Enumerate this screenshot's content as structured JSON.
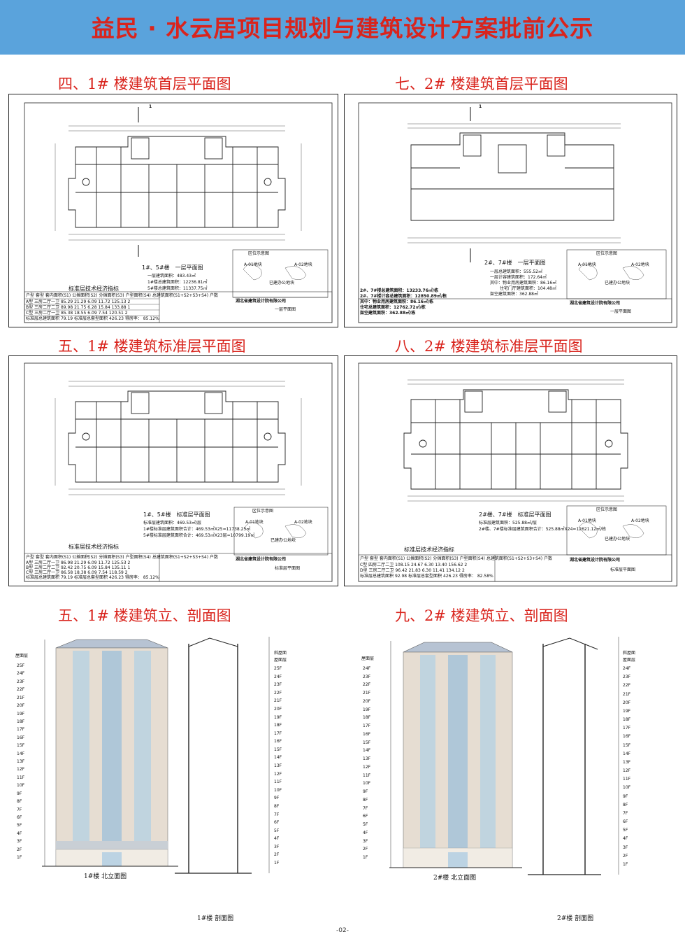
{
  "header": {
    "title": "益民 · 水云居项目规划与建筑设计方案批前公示"
  },
  "sections": {
    "s1": "四、1# 楼建筑首层平面图",
    "s2": "七、2# 楼建筑首层平面图",
    "s3": "五、1# 楼建筑标准层平面图",
    "s4": "八、2# 楼建筑标准层平面图",
    "s5": "五、1# 楼建筑立、剖面图",
    "s6": "九、2# 楼建筑立、剖面图"
  },
  "p1": {
    "section_mark": "1",
    "plan_caption": "1#、5#楼　一层平面图",
    "area_lines": [
      "一层建筑面积：483.43㎡",
      "1#楼总建筑面积：12236.81㎡",
      "5#楼总建筑面积：11337.75㎡"
    ],
    "table_title": "标准层技术经济指标",
    "table_headers": [
      "户型",
      "套型",
      "套内面积(S1)",
      "公摊面积(S2)",
      "分摊面积(S3)",
      "户型面积(S4)",
      "总建筑面积(S1+S2+S3+S4)",
      "户数"
    ],
    "table_rows": [
      [
        "A型",
        "三房二厅一卫",
        "85.29",
        "21.29",
        "6.09",
        "11.72",
        "125.13",
        "2"
      ],
      [
        "B型",
        "三房二厅二卫",
        "89.98",
        "21.75",
        "6.28",
        "15.84",
        "133.88",
        "1"
      ],
      [
        "C型",
        "三房二厅一卫",
        "85.38",
        "18.55",
        "6.09",
        "7.54",
        "120.51",
        "2"
      ]
    ],
    "table_footer": [
      "标准层总建筑面积",
      "79.19",
      "标准层总套型面积",
      "426.23",
      "得房率：",
      "85.12%"
    ],
    "region_title": "区位示意图",
    "region_labels": [
      "A-01地块",
      "A-02地块",
      "已建办公地块"
    ],
    "firm": "湖北省建筑设计院有限公司",
    "sheet_name": "一层平面图"
  },
  "p2": {
    "section_mark": "1",
    "plan_caption": "2#、7#楼　一层平面图",
    "area_lines": [
      "一层总建筑面积：555.52㎡",
      "一层计容建筑面积：172.64㎡",
      "其中：物业用房建筑面积：86.16㎡",
      "住宅门厅建筑面积：104.48㎡",
      "架空建筑面积：362.88㎡"
    ],
    "left_lines": [
      "2#、7#楼总建筑面积：13233.76㎡/栋",
      "2#、7#楼计容总建筑面积：12850.89㎡/栋",
      "其中：物业用房建筑面积：86.16㎡/栋",
      "住宅总建筑面积：12762.72㎡/栋",
      "架空建筑面积：362.88㎡/栋"
    ],
    "region_title": "区位示意图",
    "region_labels": [
      "A-01地块",
      "A-02地块",
      "已建办公地块"
    ],
    "firm": "湖北省建筑设计院有限公司",
    "sheet_name": "一层平面图"
  },
  "p3": {
    "plan_caption": "1#、5#楼　标准层平面图",
    "area_lines": [
      "标准层建筑面积：469.53㎡/层",
      "1#楼标准层建筑面积合计：469.53㎡X25=11738.25㎡",
      "5#楼标准层建筑面积合计：469.53㎡X23层=10799.19㎡"
    ],
    "table_title": "标准层技术经济指标",
    "table_headers": [
      "户型",
      "套型",
      "套内面积(S1)",
      "公摊面积(S2)",
      "分摊面积(S3)",
      "户型面积(S4)",
      "总建筑面积(S1+S2+S3+S4)",
      "户数"
    ],
    "table_rows": [
      [
        "A型",
        "三房二厅一卫",
        "86.98",
        "21.29",
        "6.09",
        "11.72",
        "125.53",
        "2"
      ],
      [
        "B型",
        "三房二厅二卫",
        "92.42",
        "20.75",
        "6.09",
        "15.84",
        "135.11",
        "1"
      ],
      [
        "C型",
        "三房二厅一卫",
        "86.58",
        "18.38",
        "6.09",
        "7.54",
        "118.59",
        "2"
      ]
    ],
    "table_footer": [
      "标准层总建筑面积",
      "79.19",
      "标准层总套型面积",
      "426.23",
      "得房率：",
      "85.12%"
    ],
    "region_title": "区位示意图",
    "region_labels": [
      "A-01地块",
      "A-02地块",
      "已建办公地块"
    ],
    "firm": "湖北省建筑设计院有限公司",
    "sheet_name": "标准层平面图"
  },
  "p4": {
    "plan_caption": "2#楼、7#楼　标准层平面图",
    "area_lines": [
      "标准层建筑面积：525.88㎡/层",
      "2#楼、7#楼标准层建筑面积合计：525.88㎡X24=12621.12㎡/栋"
    ],
    "table_title": "标准层技术经济指标",
    "table_headers": [
      "户型",
      "套型",
      "套内面积(S1)",
      "公摊面积(S2)",
      "分摊面积(S3)",
      "户型面积(S4)",
      "总建筑面积(S1+S2+S3+S4)",
      "户数"
    ],
    "table_rows": [
      [
        "C型",
        "四房二厅二卫",
        "108.15",
        "24.67",
        "6.30",
        "13.40",
        "156.62",
        "2"
      ],
      [
        "D型",
        "三房二厅二卫",
        "96.42",
        "21.83",
        "6.30",
        "11.41",
        "134.12",
        "2"
      ]
    ],
    "table_footer": [
      "标准层总建筑面积",
      "92.98",
      "标准层总套型面积",
      "426.23",
      "得房率：",
      "82.58%"
    ],
    "region_title": "区位示意图",
    "region_labels": [
      "A-01地块",
      "A-02地块",
      "已建办公地块"
    ],
    "firm": "湖北省建筑设计院有限公司",
    "sheet_name": "标准层平面图"
  },
  "p5": {
    "elevation_caption": "1#楼 北立面图",
    "section_caption": "1#楼 剖面图",
    "roof_label": "屋面层",
    "right_labels": [
      "斜屋面",
      "屋面层"
    ],
    "floors": [
      "25F",
      "24F",
      "23F",
      "22F",
      "21F",
      "20F",
      "19F",
      "18F",
      "17F",
      "16F",
      "15F",
      "14F",
      "13F",
      "12F",
      "11F",
      "10F",
      "9F",
      "8F",
      "7F",
      "6F",
      "5F",
      "4F",
      "3F",
      "2F",
      "1F"
    ]
  },
  "p6": {
    "elevation_caption": "2#楼 北立面图",
    "section_caption": "2#楼 剖面图",
    "roof_label": "屋面层",
    "right_labels": [
      "斜屋面",
      "屋面层"
    ],
    "floors": [
      "24F",
      "23F",
      "22F",
      "21F",
      "20F",
      "19F",
      "18F",
      "17F",
      "16F",
      "15F",
      "14F",
      "13F",
      "12F",
      "11F",
      "10F",
      "9F",
      "8F",
      "7F",
      "6F",
      "5F",
      "4F",
      "3F",
      "2F",
      "1F"
    ]
  },
  "page_number": "-02-"
}
